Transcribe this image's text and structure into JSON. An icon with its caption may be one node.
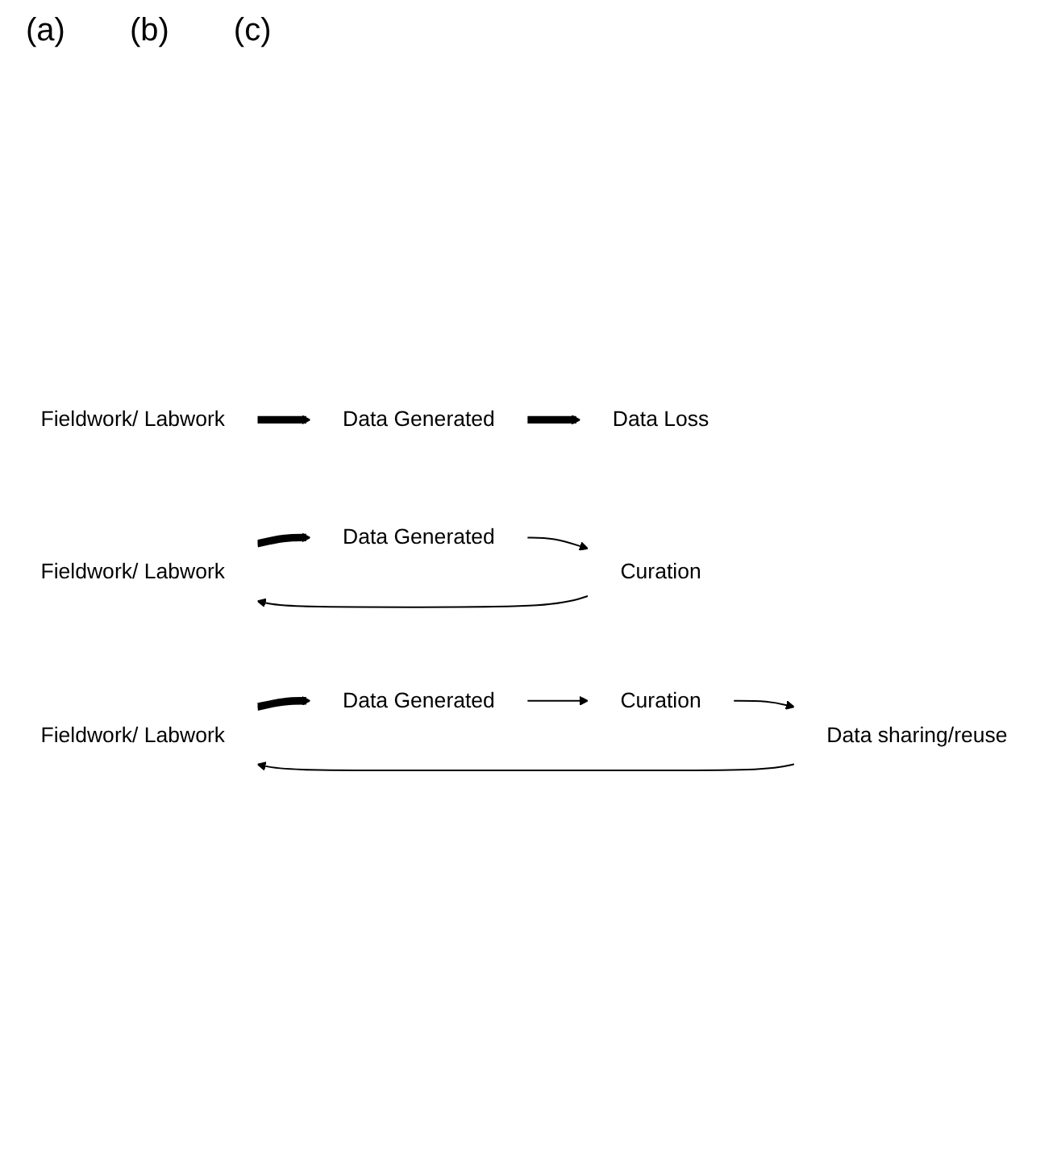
{
  "diagram": {
    "nodes": [
      {
        "text": [
          "Fieldwork/ Labwork"
        ]
      },
      {
        "text": [
          "Data Generated"
        ]
      },
      {
        "text": [
          "Data Loss"
        ]
      },
      {
        "text": [
          "Fieldwork/ Labwork"
        ]
      },
      {
        "text": [
          "Data Generated"
        ]
      },
      {
        "text": [
          "Curation"
        ]
      },
      {
        "text": [
          "Fieldwork/ Labwork"
        ]
      },
      {
        "text": [
          "Data Generated"
        ]
      },
      {
        "text": [
          "Data sharing/reuse"
        ]
      },
      {
        "text": [
          "Curation"
        ]
      }
    ],
    "edges": [
      {
        "from": 0,
        "to": 1,
        "arrow": "to",
        "style": "thick"
      },
      {
        "from": 1,
        "to": 2,
        "arrow": "to",
        "style": "thick"
      },
      {
        "from": 3,
        "to": 4,
        "arrow": "to",
        "style": "thick"
      },
      {
        "from": 4,
        "to": 5,
        "arrow": "to"
      },
      {
        "from": 5,
        "to": 3,
        "arrow": "to"
      },
      {
        "from": 6,
        "to": 7,
        "arrow": "to",
        "style": "thick"
      },
      {
        "from": 7,
        "to": 9,
        "arrow": "to"
      },
      {
        "from": 9,
        "to": 8,
        "arrow": "to"
      },
      {
        "from": 8,
        "to": 6,
        "arrow": "to"
      }
    ],
    "labels": [
      "(a)",
      "(b)",
      "(c)"
    ]
  }
}
